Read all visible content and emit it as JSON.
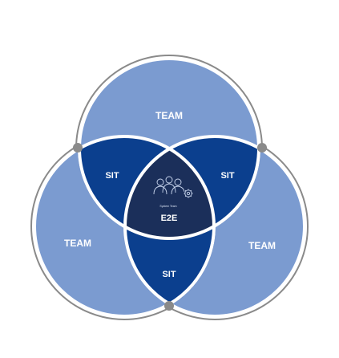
{
  "diagram": {
    "circles": {
      "top": "TEAM",
      "left": "TEAM",
      "right": "TEAM"
    },
    "overlaps": {
      "top_left": "SIT",
      "top_right": "SIT",
      "bottom": "SIT"
    },
    "center": {
      "caption": "System Team",
      "label": "E2E",
      "icon": "team-gear-icon"
    },
    "colors": {
      "team_fill": "#7b9bd0",
      "sit_fill": "#0b3f8e",
      "center_fill": "#1b2f5a",
      "outline": "#8a8a8a",
      "gap": "#ffffff"
    }
  }
}
